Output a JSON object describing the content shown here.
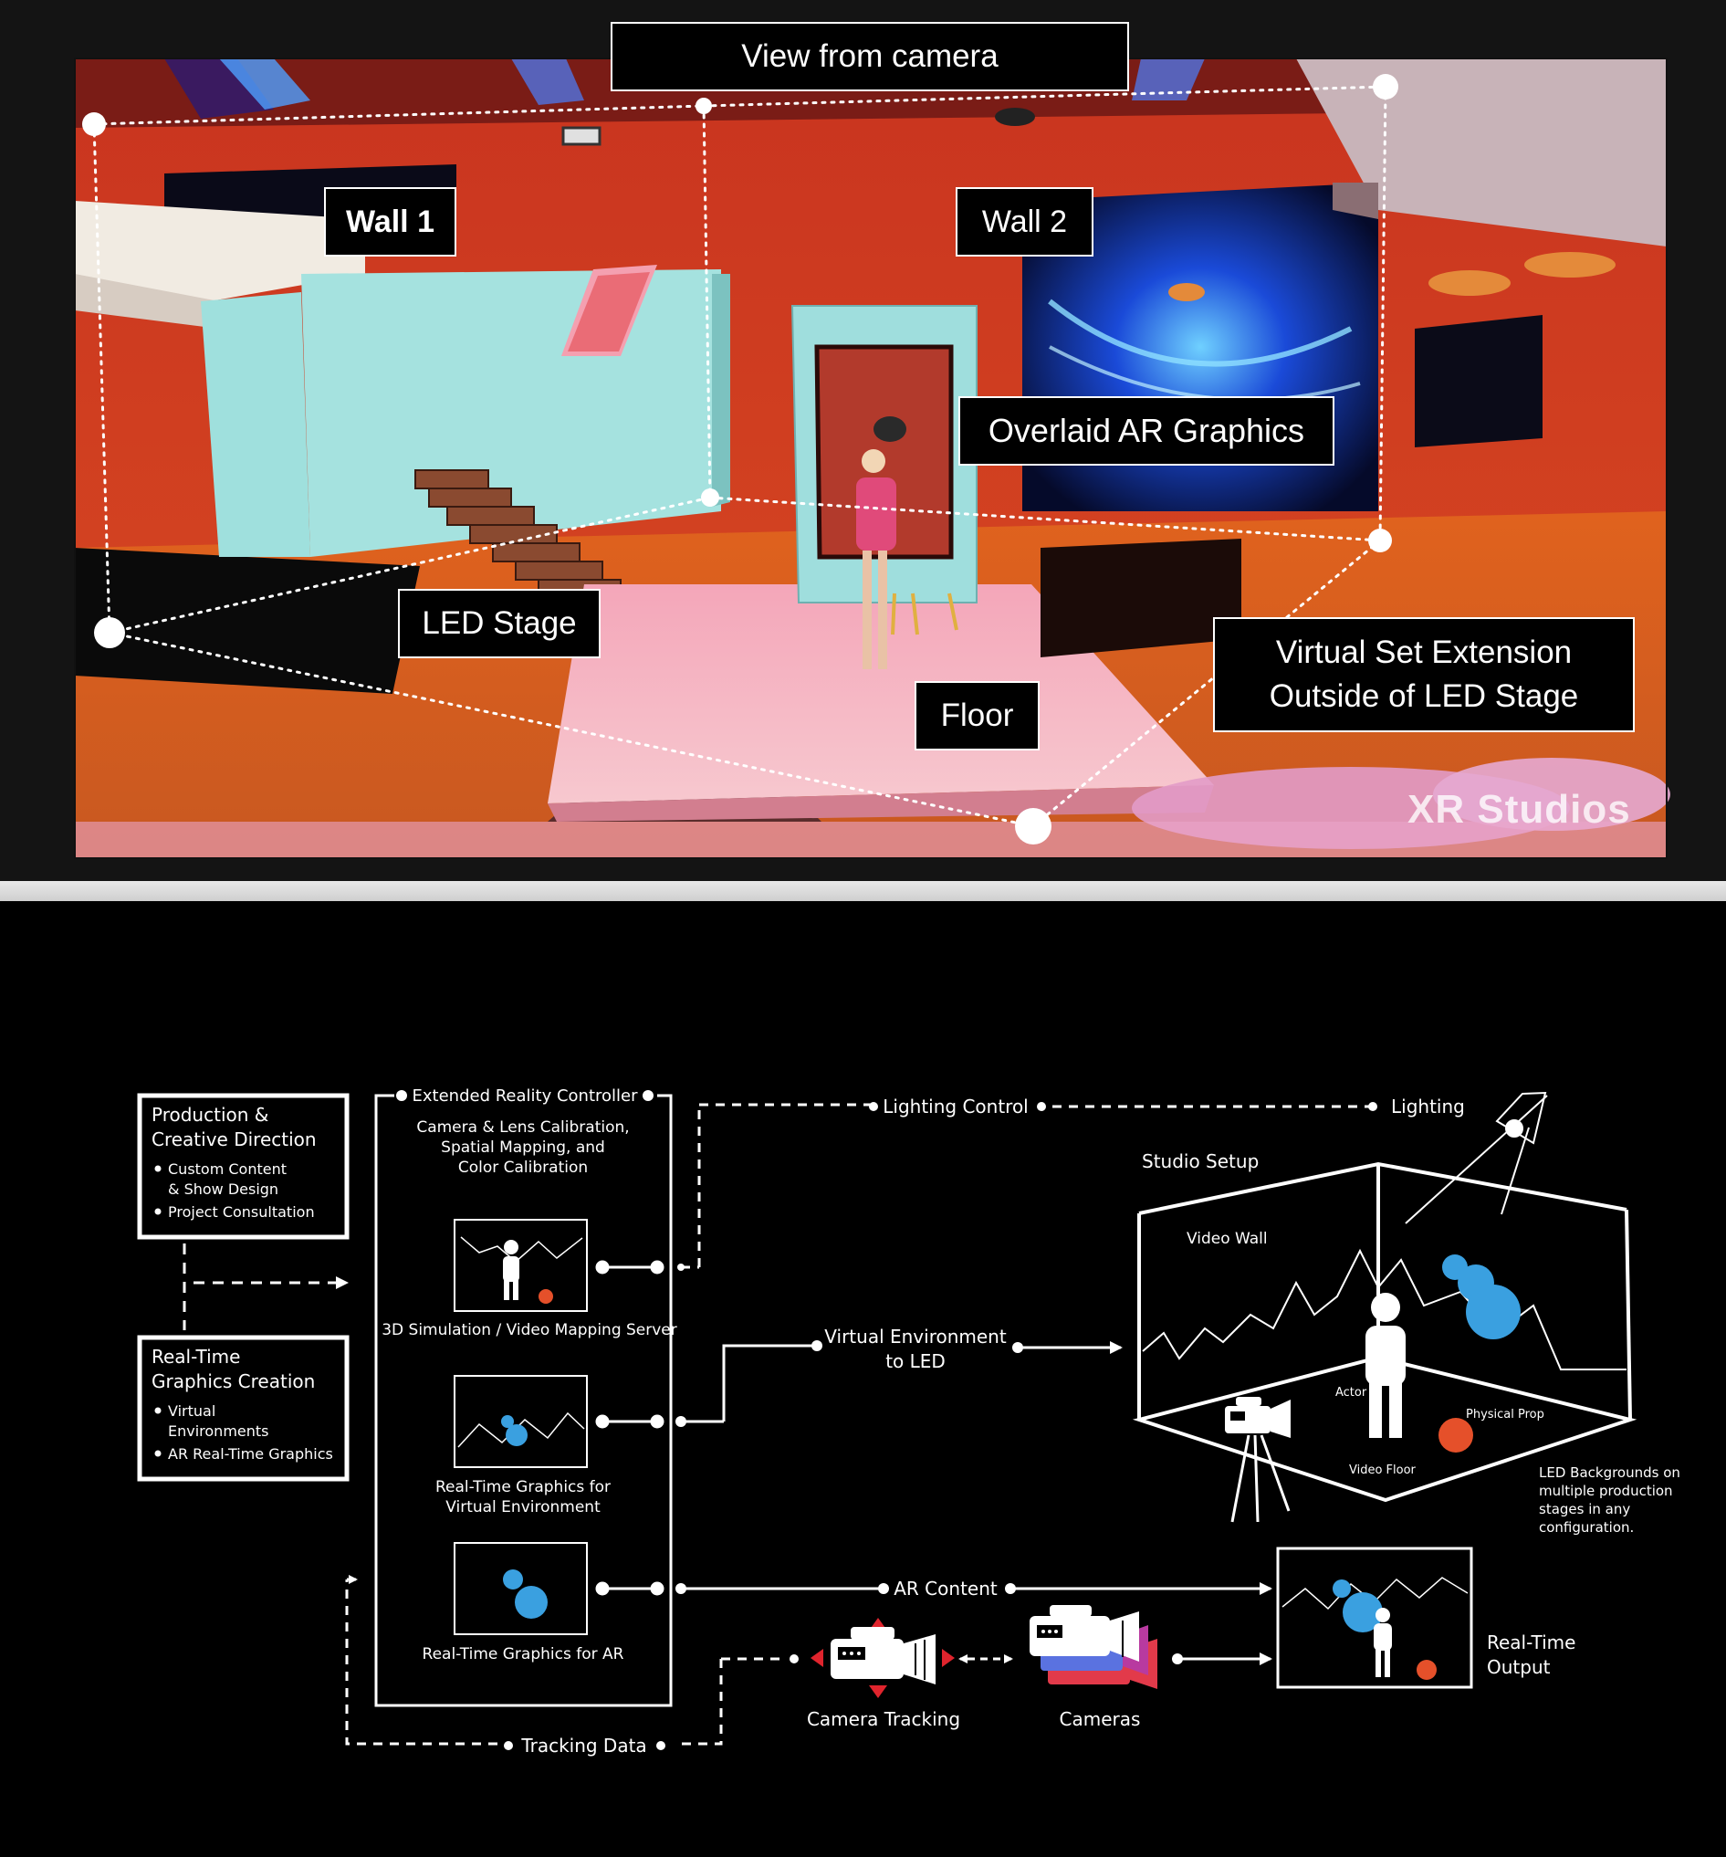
{
  "photo": {
    "title": "View from camera",
    "labels": {
      "wall1": "Wall 1",
      "wall2": "Wall 2",
      "overlaid_ar": "Overlaid AR Graphics",
      "led_stage": "LED Stage",
      "floor": "Floor",
      "vse_line1": "Virtual Set Extension",
      "vse_line2": "Outside of LED Stage"
    },
    "watermark": "XR Studios"
  },
  "diagram": {
    "production": {
      "title_line1": "Production &",
      "title_line2": "Creative Direction",
      "bullet1_line1": "Custom Content",
      "bullet1_line2": "& Show Design",
      "bullet2": "Project Consultation"
    },
    "realtime": {
      "title_line1": "Real-Time",
      "title_line2": "Graphics Creation",
      "bullet1_line1": "Virtual",
      "bullet1_line2": "Environments",
      "bullet2": "AR Real-Time Graphics"
    },
    "xr_controller": {
      "title": "Extended Reality Controller",
      "subtitle_line1": "Camera & Lens Calibration,",
      "subtitle_line2": "Spatial Mapping, and",
      "subtitle_line3": "Color Calibration",
      "server_caption": "3D Simulation / Video Mapping Server",
      "ve_caption_line1": "Real-Time Graphics for",
      "ve_caption_line2": "Virtual Environment",
      "ar_caption": "Real-Time Graphics for AR"
    },
    "flows": {
      "lighting_control": "Lighting Control",
      "lighting": "Lighting",
      "virtual_env_line1": "Virtual Environment",
      "virtual_env_line2": "to LED",
      "ar_content": "AR Content",
      "tracking_data": "Tracking Data",
      "camera_tracking": "Camera Tracking",
      "cameras": "Cameras"
    },
    "studio": {
      "title": "Studio Setup",
      "video_wall": "Video Wall",
      "actor": "Actor",
      "physical_prop": "Physical Prop",
      "video_floor": "Video Floor",
      "note_line1": "LED Backgrounds on",
      "note_line2": "multiple production",
      "note_line3": "stages in any",
      "note_line4": "configuration."
    },
    "output": {
      "label_line1": "Real-Time",
      "label_line2": "Output"
    },
    "colors": {
      "blue": "#3aa0e0",
      "orange": "#e5502a",
      "tracking_red": "#e0242d",
      "camera_magenta": "#b83aa0",
      "camera_red": "#e23a4a",
      "camera_blue": "#5a72e0"
    }
  }
}
